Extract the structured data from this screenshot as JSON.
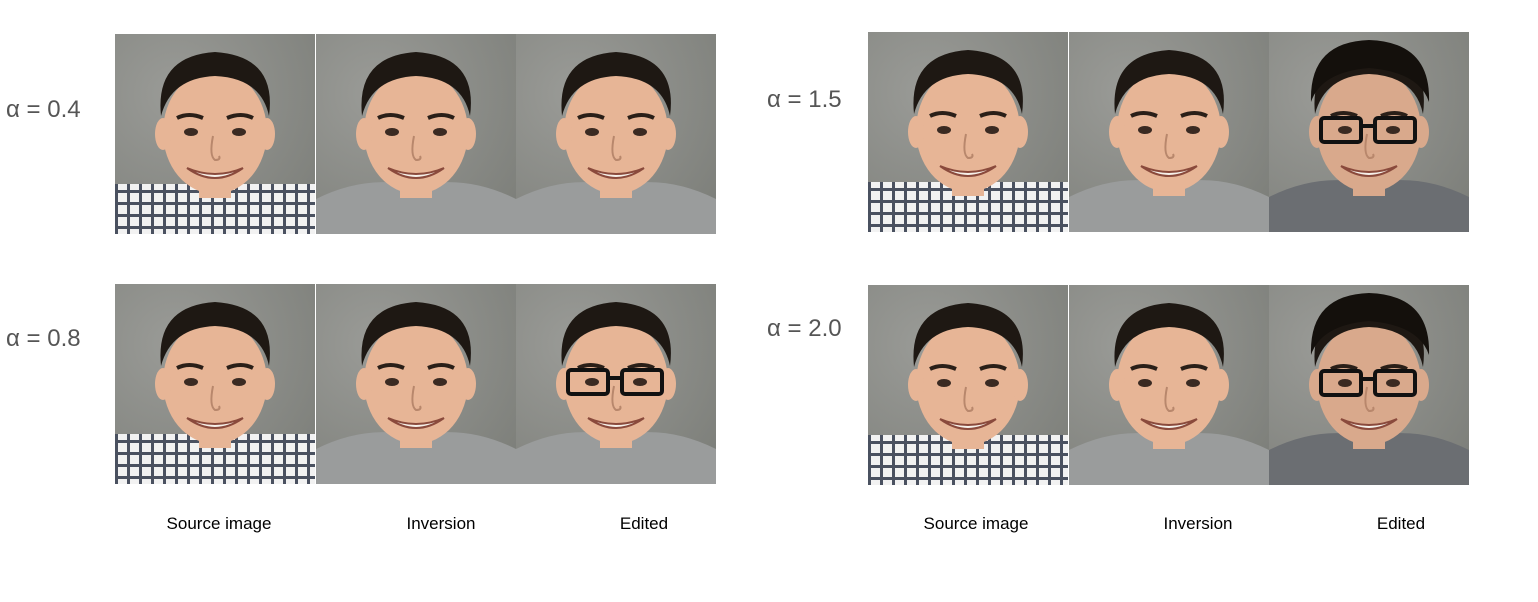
{
  "panels": [
    {
      "alpha": "α = 0.4",
      "edited_glasses": false,
      "edited_older": false
    },
    {
      "alpha": "α = 1.5",
      "edited_glasses": true,
      "edited_older": true
    },
    {
      "alpha": "α = 0.8",
      "edited_glasses": true,
      "edited_older": false
    },
    {
      "alpha": "α = 2.0",
      "edited_glasses": true,
      "edited_older": true
    }
  ],
  "captions_left": [
    "Source image",
    "Inversion",
    "Edited"
  ],
  "captions_right": [
    "Source image",
    "Inversion",
    "Edited"
  ]
}
